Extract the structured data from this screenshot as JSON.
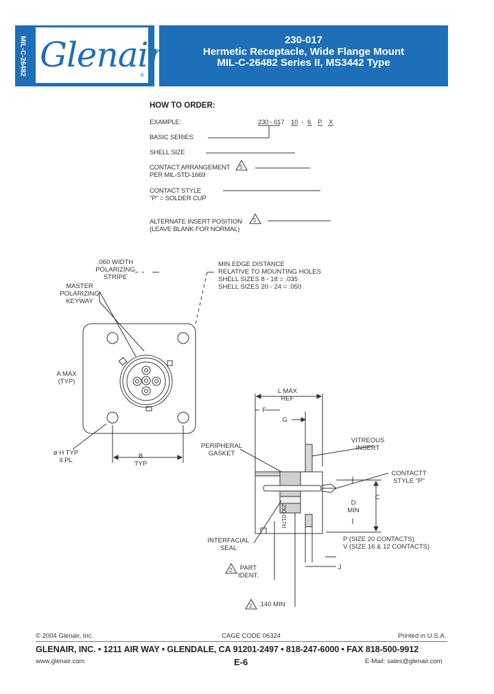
{
  "header": {
    "side_tab": "MIL-C-26482",
    "logo_text": "Glenair",
    "logo_reg": "®",
    "title_lines": [
      "230-017",
      "Hermetic Receptacle, Wide Flange Mount",
      "MIL-C-26482 Series II, MS3442 Type"
    ]
  },
  "order": {
    "heading": "HOW TO ORDER:",
    "example_label": "EXAMPLE:",
    "example_parts": [
      "230 - 017",
      "10",
      "-",
      "6",
      "P",
      "X"
    ],
    "rows": [
      {
        "line1": "BASIC SERIES",
        "line2": ""
      },
      {
        "line1": "SHELL SIZE",
        "line2": ""
      },
      {
        "line1": "CONTACT ARRANGEMENT",
        "line2": "PER MIL-STD-1669",
        "note": "5"
      },
      {
        "line1": "CONTACT STYLE",
        "line2": "\"P\" = SOLDER CUP"
      },
      {
        "line1": "ALTERNATE INSERT POSITION",
        "line2": "(LEAVE BLANK FOR NORMAL)",
        "note": "5"
      }
    ]
  },
  "drawing_front": {
    "stripe_label": [
      ".060 WIDTH",
      "POLARIZING",
      "STRIPE"
    ],
    "keyway_label": [
      "MASTER",
      "POLARIZING",
      "KEYWAY"
    ],
    "edge_label": [
      "MIN EDGE DISTANCE",
      "RELATIVE TO MOUNTING HOLES",
      "SHELL SIZES 8 - 18 = .035",
      "SHELL SIZES 20 - 24 = .050"
    ],
    "a_label": [
      "A MAX",
      "(TYP)"
    ],
    "h_label": [
      "ø H TYP",
      "4 PL"
    ],
    "b_label": [
      "B",
      "TYP"
    ]
  },
  "drawing_side": {
    "l_label": [
      "L MAX",
      "REF"
    ],
    "f_label": "F",
    "g_label": "G",
    "gasket_label": [
      "PERIPHERAL",
      "GASKET"
    ],
    "vitreous_label": [
      "VITREOUS",
      "INSERT"
    ],
    "contact_label": [
      "CONTACTT",
      "STYLE \"P\""
    ],
    "d_label": [
      "D",
      "MIN"
    ],
    "c_label": "C",
    "part_stamp": "230-017H",
    "seal_label": [
      "INTERFACIAL",
      "SEAL"
    ],
    "p_label": "P (SIZE 20 CONTACTS)",
    "v_label": "V (SIZE 16 & 12 CONTACTS)",
    "j_label": "J",
    "ident_label": [
      "PART",
      "IDENT."
    ],
    "ident_note": "2",
    "min_label": ".140 MIN",
    "min_note": "2"
  },
  "footer": {
    "copyright": "© 2004 Glenair, Inc.",
    "cage": "CAGE CODE 06324",
    "printed": "Printed in U.S.A.",
    "main_line": "GLENAIR, INC. • 1211 AIR WAY • GLENDALE, CA 91201-2497 • 818-247-6000 • FAX 818-500-9912",
    "website": "www.glenair.com",
    "page": "E-6",
    "email": "E-Mail:  sales@glenair.com"
  },
  "colors": {
    "brand_blue": "#1d6fb8"
  }
}
